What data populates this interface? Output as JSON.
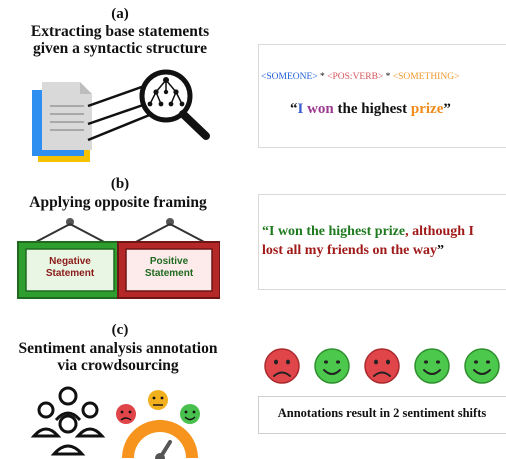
{
  "section_a": {
    "step": "(a)",
    "title_line1": "Extracting base statements",
    "title_line2": "given a syntactic structure",
    "template": {
      "someone": "<SOMEONE>",
      "sep1": " * ",
      "verb": "<POS:VERB>",
      "sep2": " * ",
      "something": "<SOMETHING>"
    },
    "example": {
      "open_quote": "“",
      "subject": "I",
      "verb": " won",
      "middle": " the highest ",
      "object": "prize",
      "close_quote": "”"
    }
  },
  "section_b": {
    "step": "(b)",
    "title": "Applying opposite framing",
    "negative_label_line1": "Negative",
    "negative_label_line2": "Statement",
    "positive_label_line1": "Positive",
    "positive_label_line2": "Statement",
    "sentence_green": "“I won the highest prize",
    "sentence_red_line1": ", although I",
    "sentence_red_line2": "lost all my friends on the way",
    "close_quote": "”"
  },
  "section_c": {
    "step": "(c)",
    "title_line1": "Sentiment analysis annotation",
    "title_line2": "via crowdsourcing",
    "annotations": [
      "negative",
      "positive",
      "negative",
      "positive",
      "positive"
    ],
    "result": "Annotations result in 2 sentiment shifts"
  },
  "colors": {
    "template_blue": "#1f5fd6",
    "template_red": "#d5555a",
    "template_orange": "#f19a2e",
    "subject_blue": "#3a5fcd",
    "verb_purple": "#9b3a8f",
    "object_orange": "#f08c1c",
    "green_text": "#1f7a1f",
    "red_text": "#a11a1a",
    "negative_face": "#e0454a",
    "positive_face": "#4cc94c"
  }
}
